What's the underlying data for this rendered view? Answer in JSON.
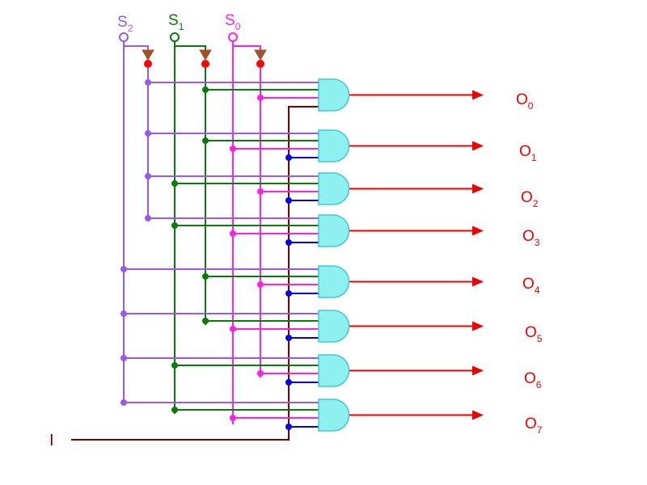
{
  "selects": [
    {
      "letter": "S",
      "sub": "2",
      "color": "#9B59E6"
    },
    {
      "letter": "S",
      "sub": "1",
      "color": "#0A7A0A"
    },
    {
      "letter": "S",
      "sub": "0",
      "color": "#FF22E6"
    }
  ],
  "input": {
    "label": "I",
    "color": "#7A0000"
  },
  "outputs": [
    {
      "letter": "O",
      "sub": "0"
    },
    {
      "letter": "O",
      "sub": "1"
    },
    {
      "letter": "O",
      "sub": "2"
    },
    {
      "letter": "O",
      "sub": "3"
    },
    {
      "letter": "O",
      "sub": "4"
    },
    {
      "letter": "O",
      "sub": "5"
    },
    {
      "letter": "O",
      "sub": "6"
    },
    {
      "letter": "O",
      "sub": "7"
    }
  ],
  "colors": {
    "s2": "#9B59E6",
    "s1": "#0A7A0A",
    "s0": "#FF22E6",
    "input": "#7A0000",
    "enable_dot": "#0000EE",
    "output": "#EE0000",
    "gate_fill": "#8FF0F0",
    "gate_stroke": "#40C8D8",
    "not_triangle": "#A0522D",
    "not_bubble": "#FF0000"
  },
  "icons": {
    "gate": "and-gate-icon",
    "inverter": "not-gate-icon",
    "terminal": "input-terminal-icon",
    "arrow": "arrowhead-icon"
  }
}
